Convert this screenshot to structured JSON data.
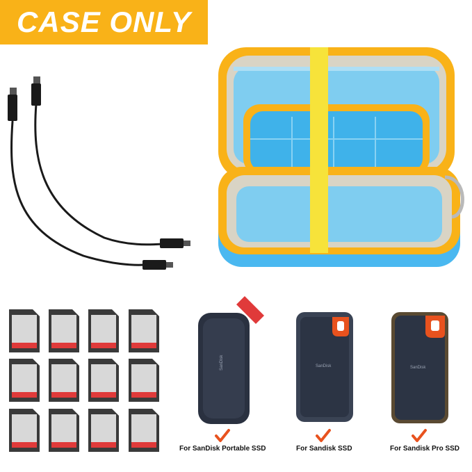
{
  "banner": {
    "text": "CASE ONLY",
    "color": "#f9b218"
  },
  "case": {
    "shell_color": "#4ab8f0",
    "zipper_color": "#f9b218",
    "strap_color": "#f7e33a"
  },
  "sd_cards": {
    "count": 12,
    "body_color": "#d8d8d8",
    "stripe_color": "#e03a3a"
  },
  "ssd_products": [
    {
      "label": "For SanDisk Portable SSD",
      "check_color": "#e8521e"
    },
    {
      "label": "For Sandisk SSD",
      "check_color": "#e8521e"
    },
    {
      "label": "For Sandisk Pro SSD",
      "check_color": "#e8521e"
    }
  ]
}
